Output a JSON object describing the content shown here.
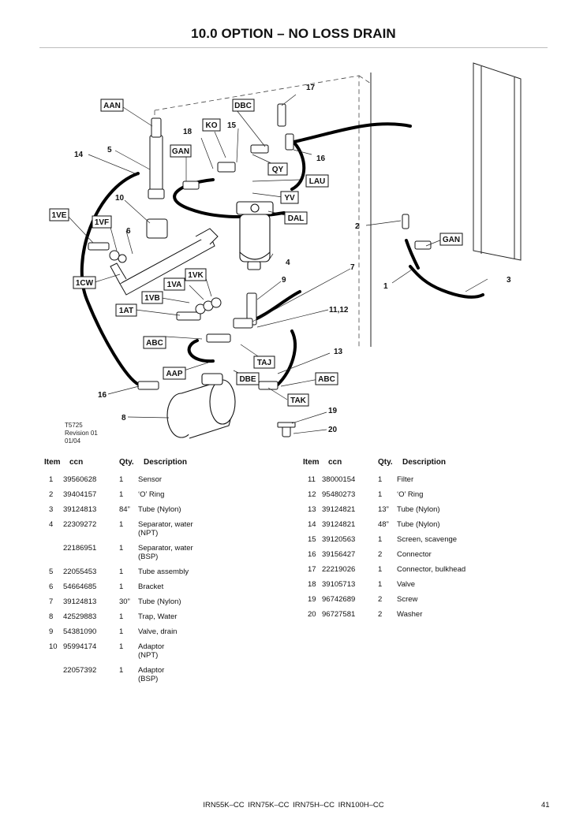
{
  "title": "10.0 OPTION – NO LOSS DRAIN",
  "diagram": {
    "ref_lines": [
      "T5725",
      "Revision 01",
      "01/04"
    ],
    "boxed_labels": [
      "AAN",
      "DBC",
      "KO",
      "GAN",
      "QY",
      "LAU",
      "YV",
      "DAL",
      "1VE",
      "1VF",
      "1CW",
      "1VA",
      "1VK",
      "1VB",
      "1AT",
      "ABC",
      "TAJ",
      "AAP",
      "DBE",
      "ABC",
      "TAK",
      "GAN"
    ],
    "numbers": [
      "17",
      "18",
      "15",
      "14",
      "5",
      "16",
      "10",
      "6",
      "4",
      "2",
      "7",
      "1",
      "3",
      "9",
      "11,12",
      "13",
      "16",
      "8",
      "19",
      "20"
    ]
  },
  "table_headers": {
    "item": "Item",
    "ccn": "ccn",
    "qty": "Qty.",
    "description": "Description"
  },
  "parts_left": [
    {
      "item": "1",
      "ccn": "39560628",
      "qty": "1",
      "desc": "Sensor"
    },
    {
      "item": "2",
      "ccn": "39404157",
      "qty": "1",
      "desc": "‘O’ Ring"
    },
    {
      "item": "3",
      "ccn": "39124813",
      "qty": "84”",
      "desc": "Tube (Nylon)"
    },
    {
      "item": "4",
      "ccn": "22309272",
      "qty": "1",
      "desc": "Separator, water\n(NPT)"
    },
    {
      "item": "",
      "ccn": "22186951",
      "qty": "1",
      "desc": "Separator, water\n(BSP)"
    },
    {
      "item": "5",
      "ccn": "22055453",
      "qty": "1",
      "desc": "Tube assembly"
    },
    {
      "item": "6",
      "ccn": "54664685",
      "qty": "1",
      "desc": "Bracket"
    },
    {
      "item": "7",
      "ccn": "39124813",
      "qty": "30”",
      "desc": "Tube (Nylon)"
    },
    {
      "item": "8",
      "ccn": "42529883",
      "qty": "1",
      "desc": "Trap, Water"
    },
    {
      "item": "9",
      "ccn": "54381090",
      "qty": "1",
      "desc": "Valve, drain"
    },
    {
      "item": "10",
      "ccn": "95994174",
      "qty": "1",
      "desc": "Adaptor\n(NPT)"
    },
    {
      "item": "",
      "ccn": "22057392",
      "qty": "1",
      "desc": "Adaptor\n(BSP)"
    }
  ],
  "parts_right": [
    {
      "item": "11",
      "ccn": "38000154",
      "qty": "1",
      "desc": "Filter"
    },
    {
      "item": "12",
      "ccn": "95480273",
      "qty": "1",
      "desc": "‘O’ Ring"
    },
    {
      "item": "13",
      "ccn": "39124821",
      "qty": "13”",
      "desc": "Tube (Nylon)"
    },
    {
      "item": "14",
      "ccn": "39124821",
      "qty": "48”",
      "desc": "Tube (Nylon)"
    },
    {
      "item": "15",
      "ccn": "39120563",
      "qty": "1",
      "desc": "Screen, scavenge"
    },
    {
      "item": "16",
      "ccn": "39156427",
      "qty": "2",
      "desc": "Connector"
    },
    {
      "item": "17",
      "ccn": "22219026",
      "qty": "1",
      "desc": "Connector, bulkhead"
    },
    {
      "item": "18",
      "ccn": "39105713",
      "qty": "1",
      "desc": "Valve"
    },
    {
      "item": "19",
      "ccn": "96742689",
      "qty": "2",
      "desc": "Screw"
    },
    {
      "item": "20",
      "ccn": "96727581",
      "qty": "2",
      "desc": "Washer"
    }
  ],
  "footer": {
    "models": "IRN55K–CC  IRN75K–CC  IRN75H–CC  IRN100H–CC",
    "page": "41"
  }
}
